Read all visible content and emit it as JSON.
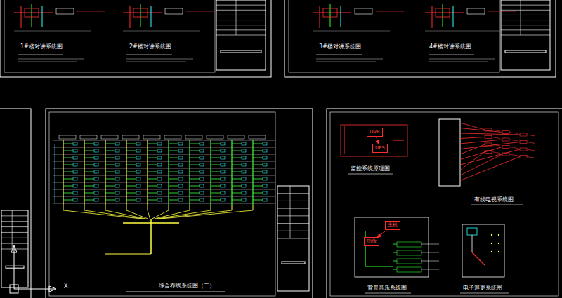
{
  "diagram": {
    "nodes": [
      {
        "text": [
          "DVR"
        ]
      },
      {
        "text": [
          "UPS"
        ]
      },
      {
        "text": [
          "主机"
        ]
      },
      {
        "text": [
          "功放"
        ]
      }
    ],
    "edges": [
      {
        "from": 0,
        "to": 1,
        "arrow": "to"
      },
      {
        "from": 2,
        "to": 3,
        "arrow": "to"
      }
    ],
    "labels": [
      "1#楼对讲系统图",
      "2#楼对讲系统图",
      "3#楼对讲系统图",
      "4#楼对讲系统图",
      "综合布线系统图（二）",
      "监控系统原理图",
      "有线电视系统图",
      "背景音乐系统图",
      "电子巡更系统图",
      "X"
    ]
  }
}
